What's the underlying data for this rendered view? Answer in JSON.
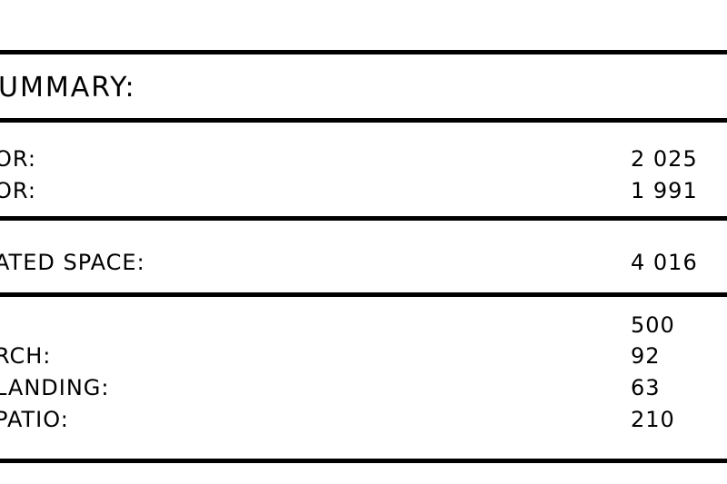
{
  "summary": {
    "title": "UMMARY:",
    "floors": [
      {
        "label": "OR:",
        "value": "2 025"
      },
      {
        "label": "OR:",
        "value": "1 991"
      }
    ],
    "heated": {
      "label": "ATED SPACE:",
      "value": "4 016"
    },
    "other": [
      {
        "label": "",
        "value": "500"
      },
      {
        "label": "RCH:",
        "value": "92"
      },
      {
        "label": "LANDING:",
        "value": "63"
      },
      {
        "label": "PATIO:",
        "value": "210"
      }
    ]
  },
  "colors": {
    "ink": "#000000",
    "paper": "#ffffff"
  }
}
